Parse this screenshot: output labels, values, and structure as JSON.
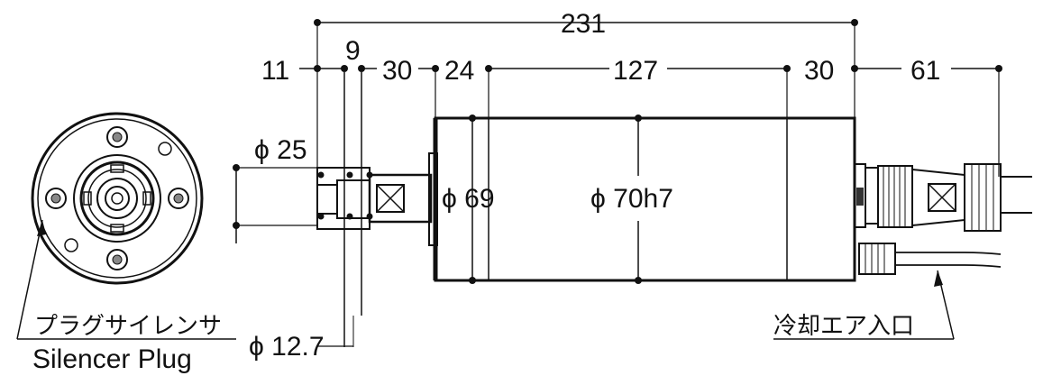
{
  "dimensions": {
    "overall": "231",
    "d11": "11",
    "d9": "9",
    "d30a": "30",
    "d24": "24",
    "d127": "127",
    "d30b": "30",
    "d61": "61"
  },
  "diameters": {
    "phi25": "ϕ 25",
    "phi69": "ϕ 69",
    "phi70": "ϕ 70h7",
    "phi12": "ϕ 12.7"
  },
  "labels": {
    "silencer_jp": "プラグサイレンサ",
    "silencer_en": "Silencer Plug",
    "cooling_air_jp": "冷却エア入口"
  }
}
